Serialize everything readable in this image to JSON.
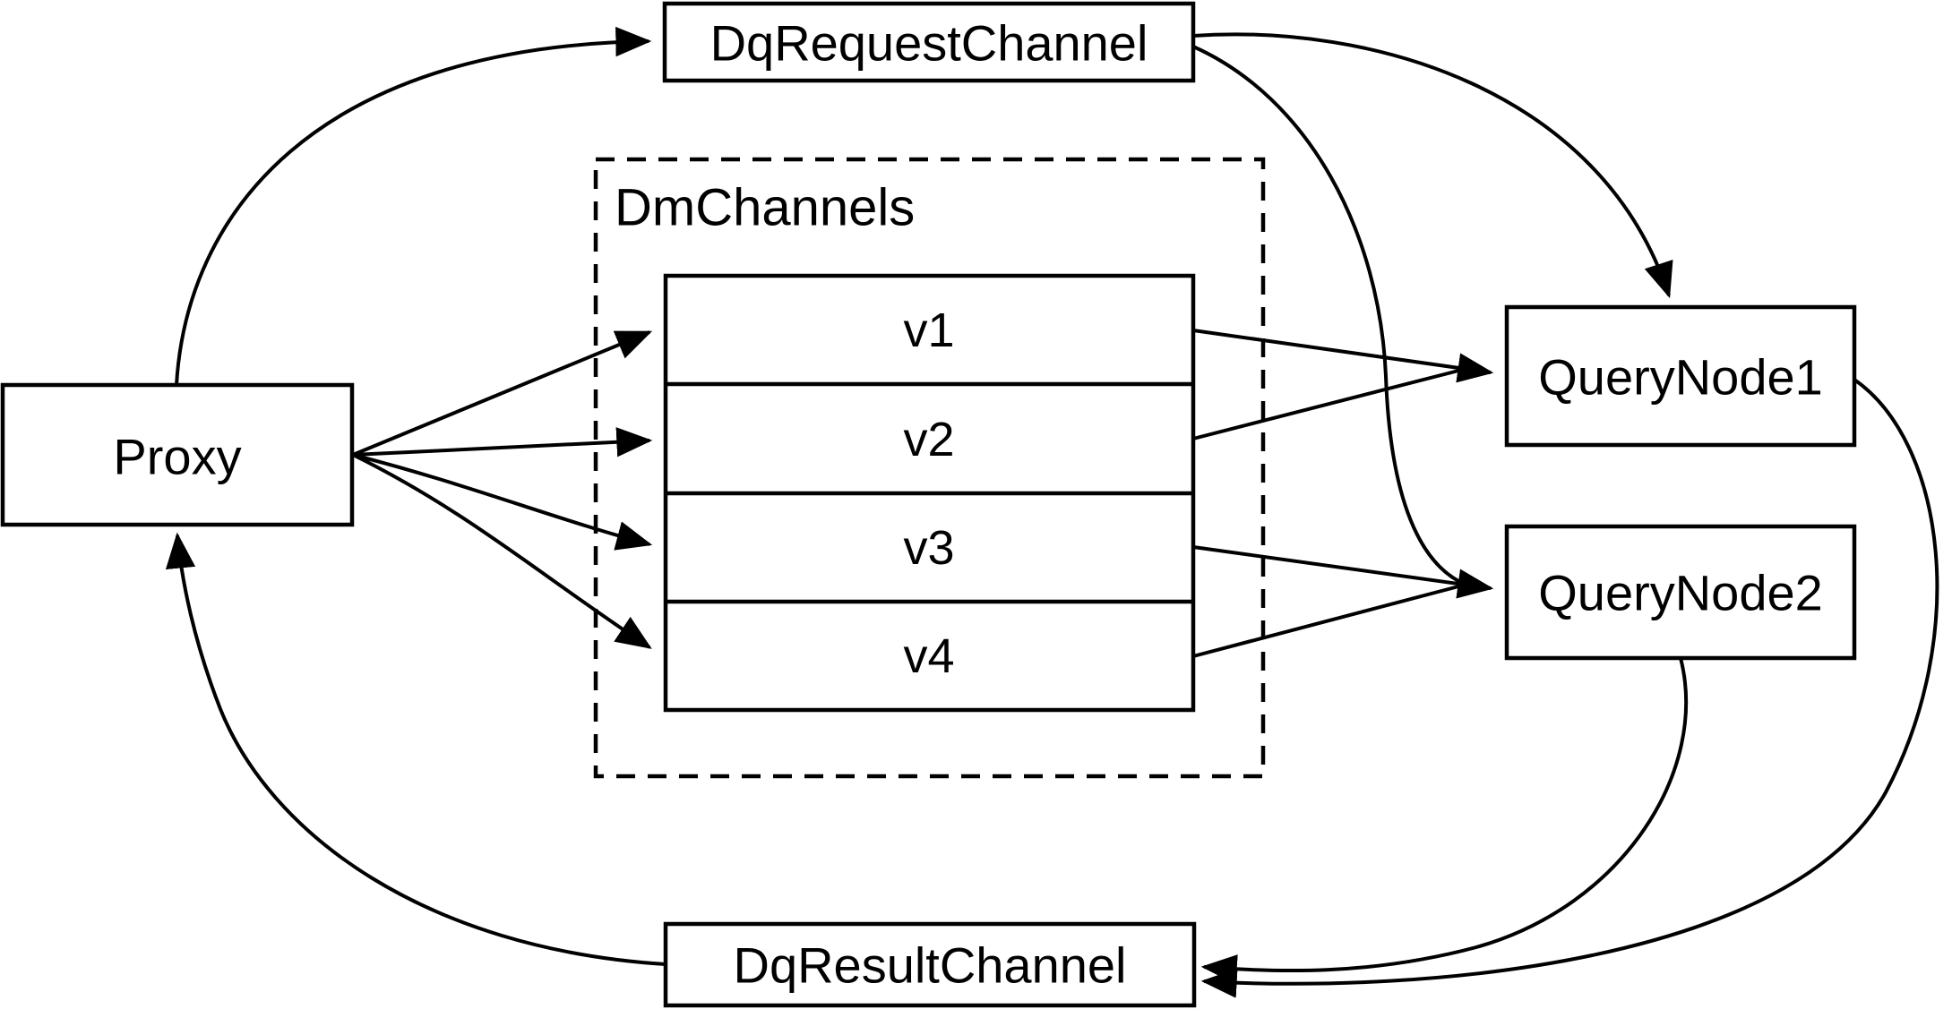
{
  "diagram": {
    "background_color": "#ffffff",
    "stroke_color": "#000000",
    "box_fill_color": "#ffffff",
    "nodes": {
      "proxy": {
        "label": "Proxy"
      },
      "dq_request_channel": {
        "label": "DqRequestChannel"
      },
      "dm_channels_group": {
        "label": "DmChannels",
        "channels": [
          {
            "label": "v1"
          },
          {
            "label": "v2"
          },
          {
            "label": "v3"
          },
          {
            "label": "v4"
          }
        ]
      },
      "query_node_1": {
        "label": "QueryNode1"
      },
      "query_node_2": {
        "label": "QueryNode2"
      },
      "dq_result_channel": {
        "label": "DqResultChannel"
      }
    },
    "edges": [
      {
        "from": "Proxy",
        "to": "DqRequestChannel"
      },
      {
        "from": "Proxy",
        "to": "v1"
      },
      {
        "from": "Proxy",
        "to": "v2"
      },
      {
        "from": "Proxy",
        "to": "v3"
      },
      {
        "from": "Proxy",
        "to": "v4"
      },
      {
        "from": "v1",
        "to": "QueryNode1"
      },
      {
        "from": "v2",
        "to": "QueryNode1"
      },
      {
        "from": "v3",
        "to": "QueryNode2"
      },
      {
        "from": "v4",
        "to": "QueryNode2"
      },
      {
        "from": "DqRequestChannel",
        "to": "QueryNode1"
      },
      {
        "from": "DqRequestChannel",
        "to": "QueryNode2"
      },
      {
        "from": "QueryNode1",
        "to": "DqResultChannel"
      },
      {
        "from": "QueryNode2",
        "to": "DqResultChannel"
      },
      {
        "from": "DqResultChannel",
        "to": "Proxy"
      }
    ]
  }
}
